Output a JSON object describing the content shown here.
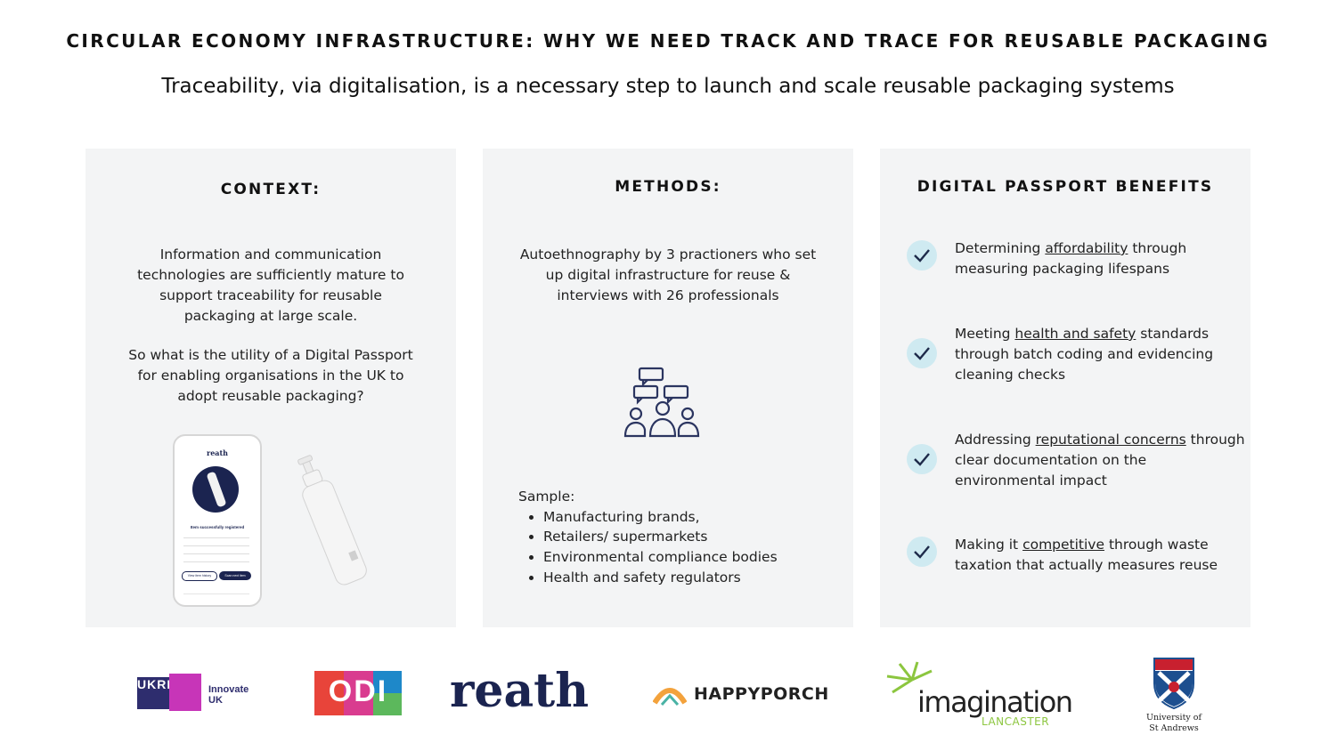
{
  "header": {
    "title": "CIRCULAR ECONOMY INFRASTRUCTURE: WHY WE NEED TRACK AND TRACE FOR REUSABLE PACKAGING",
    "subtitle": "Traceability, via digitalisation, is a necessary step to launch and scale reusable packaging systems"
  },
  "context": {
    "heading": "CONTEXT:",
    "para1": "Information and communication technologies are sufficiently mature to support traceability for reusable packaging at large scale.",
    "para2": "So what is the utility of a Digital Passport for enabling organisations in the UK to adopt reusable packaging?",
    "phone": {
      "app_name": "reath",
      "status": "Item successfully registered",
      "btn_left": "View item history",
      "btn_right": "Scan next item",
      "icon": "phone-mockup-icon"
    },
    "bottle_icon": "pump-bottle-icon"
  },
  "methods": {
    "heading": "METHODS:",
    "description": "Autoethnography by 3 practioners who set up digital infrastructure for reuse & interviews with 26 professionals",
    "icon": "people-discussion-icon",
    "sample_label": "Sample:",
    "sample_items": [
      "Manufacturing brands,",
      "Retailers/ supermarkets",
      "Environmental compliance bodies",
      "Health and safety regulators"
    ]
  },
  "benefits": {
    "heading": "DIGITAL PASSPORT BENEFITS",
    "items": [
      {
        "pre": "Determining ",
        "key": "affordability",
        "post": " through measuring packaging lifespans"
      },
      {
        "pre": "Meeting ",
        "key": "health and safety",
        "post": " standards through batch coding and evidencing cleaning checks"
      },
      {
        "pre": "Addressing ",
        "key": "reputational concerns",
        "post": " through clear documentation on the environmental impact"
      },
      {
        "pre": "Making it ",
        "key": "competitive",
        "post": " through waste taxation that actually measures reuse"
      }
    ],
    "check_icon": "checkmark-icon",
    "check_bg": "#cfeaf1",
    "check_color": "#1e2a4a"
  },
  "logos": {
    "innovate": {
      "mark": "UKRI",
      "text1": "Innovate",
      "text2": "UK"
    },
    "odi": {
      "mark": "ODI"
    },
    "reath": {
      "text": "reath"
    },
    "happyporch": {
      "text": "HAPPYPORCH"
    },
    "imagination": {
      "text": "imagination",
      "sub": "LANCASTER"
    },
    "standrews": {
      "line1": "University of",
      "line2": "St Andrews"
    }
  },
  "colors": {
    "panel": "#f3f4f5",
    "navy": "#1b2450",
    "accent": "#cfeaf1"
  }
}
